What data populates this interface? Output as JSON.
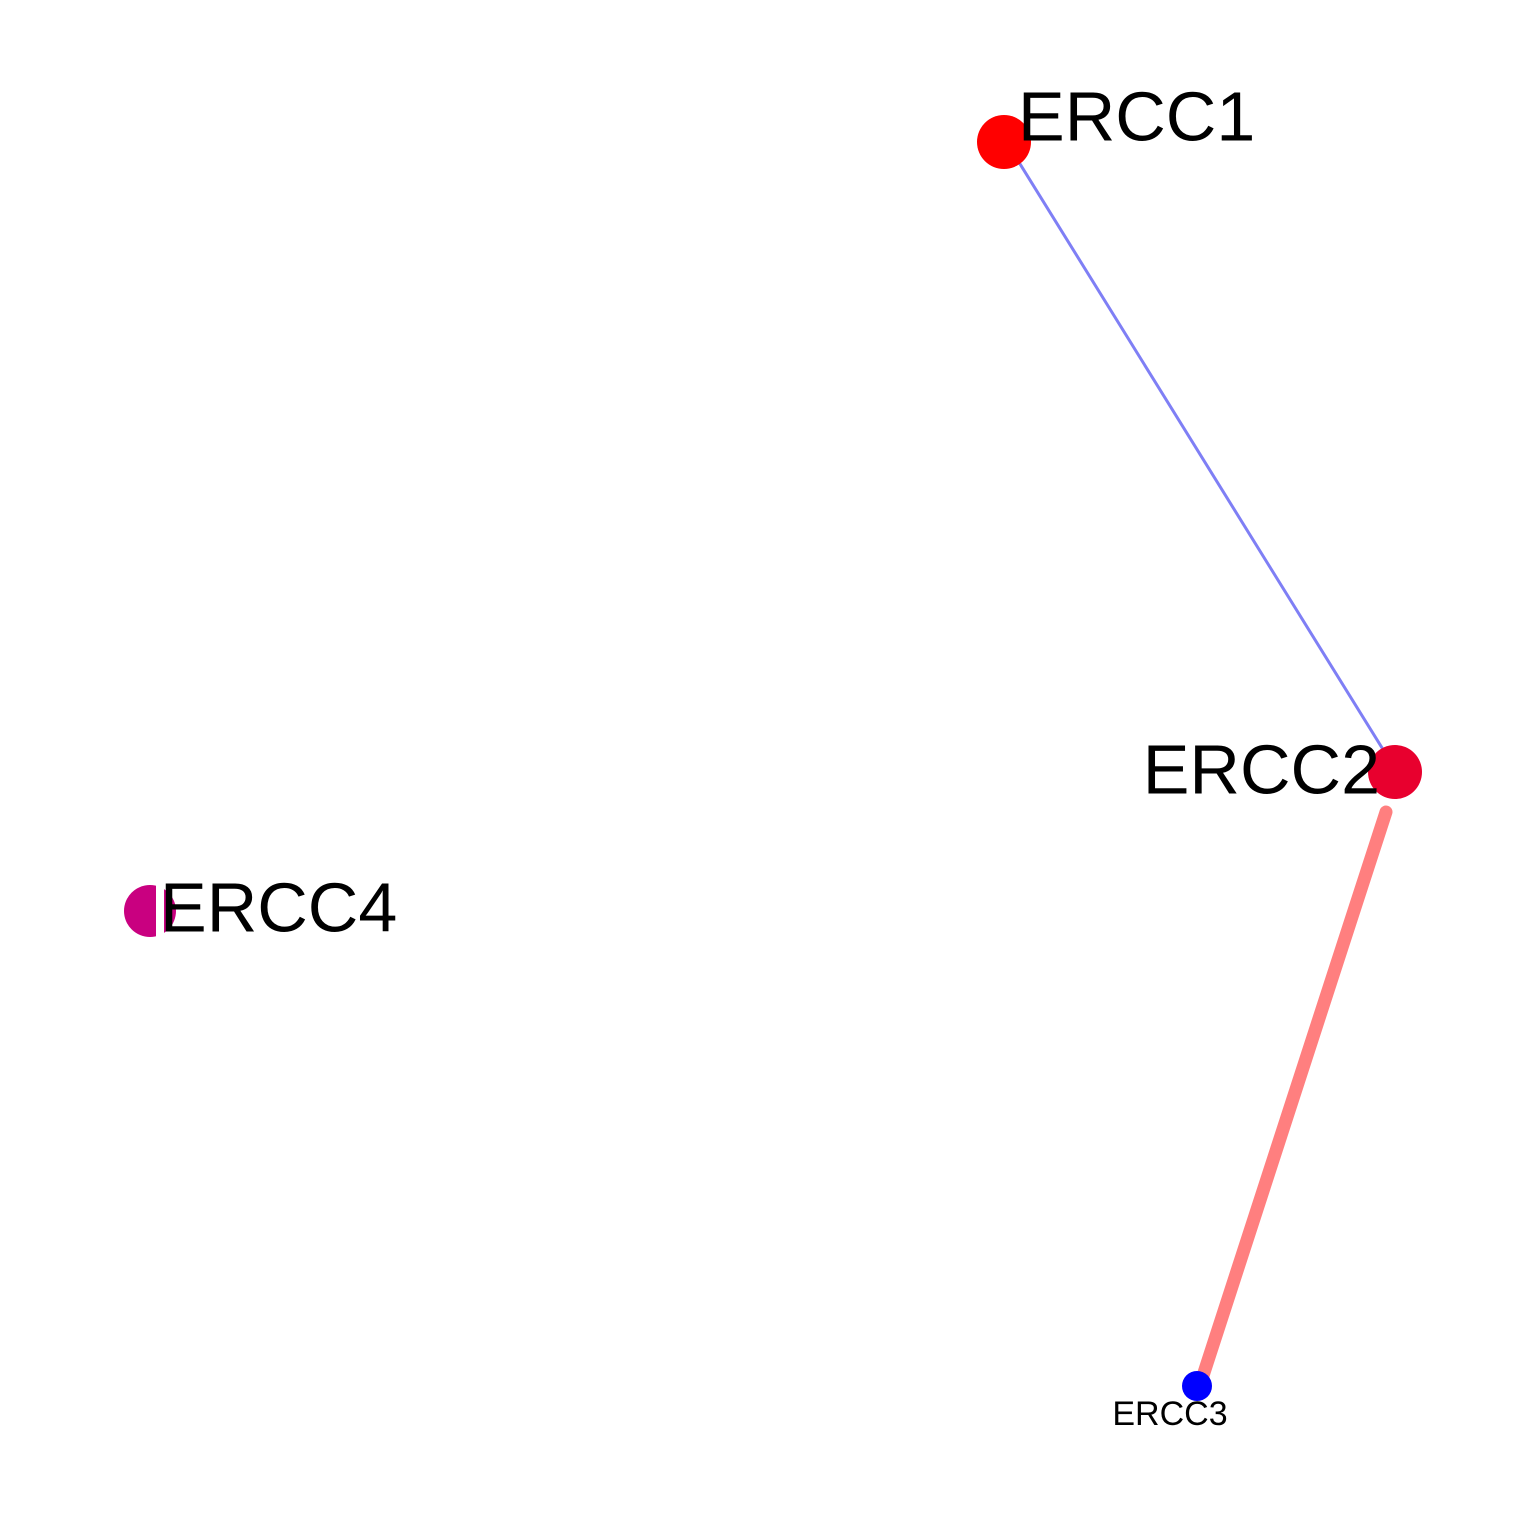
{
  "graph": {
    "nodes": [
      {
        "id": "ERCC1",
        "label": "ERCC1",
        "color": "#FF0000"
      },
      {
        "id": "ERCC2",
        "label": "ERCC2",
        "color": "#E8002E"
      },
      {
        "id": "ERCC3",
        "label": "ERCC3",
        "color": "#0000FF"
      },
      {
        "id": "ERCC4",
        "label": "ERCC4",
        "color": "#C90080"
      }
    ],
    "edges": [
      {
        "source": "ERCC1",
        "target": "ERCC2",
        "color": "#7F7FF5"
      },
      {
        "source": "ERCC2",
        "target": "ERCC3",
        "color": "#FF7F7F"
      }
    ]
  }
}
